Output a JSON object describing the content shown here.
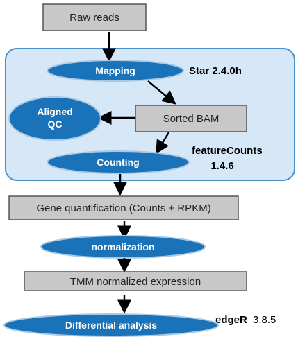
{
  "colors": {
    "panel_fill": "#d6e7f7",
    "panel_stroke": "#4a90c9",
    "box_fill": "#c8c8c8",
    "ellipse_fill": "#1a73b8",
    "ellipse_stroke": "#a9c8e4",
    "arrow": "#000000"
  },
  "nodes": {
    "raw_reads": "Raw reads",
    "mapping": "Mapping",
    "sorted_bam": "Sorted BAM",
    "aligned_qc_line1": "Aligned",
    "aligned_qc_line2": "QC",
    "counting": "Counting",
    "gene_quant": "Gene quantification (Counts + RPKM)",
    "normalization": "normalization",
    "tmm": "TMM normalized expression",
    "differential": "Differential analysis"
  },
  "tools": {
    "star": "Star 2.4.0h",
    "featurecounts_line1": "featureCounts",
    "featurecounts_line2": "1.4.6",
    "edger_name": "edgeR",
    "edger_version": "3.8.5"
  }
}
